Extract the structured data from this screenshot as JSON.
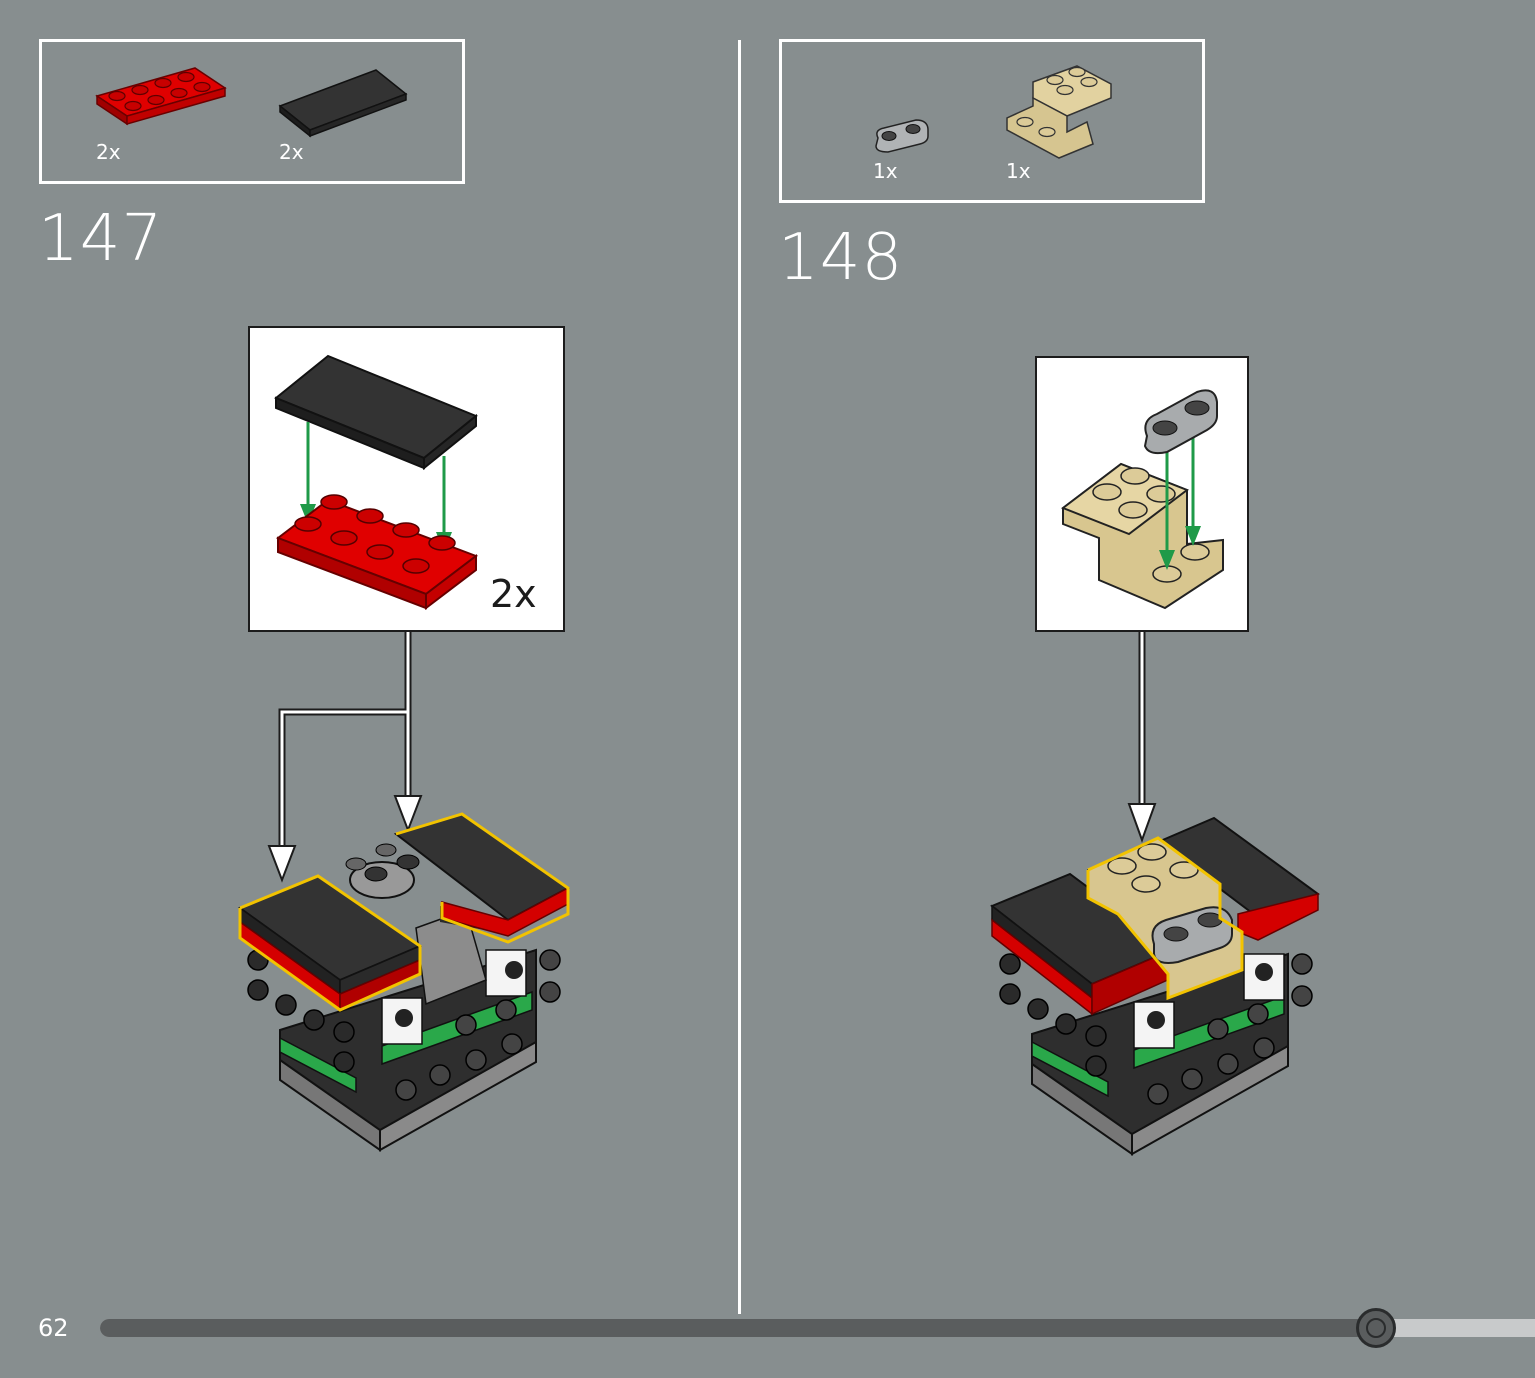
{
  "page": {
    "number": "62"
  },
  "progress": {
    "fraction": 0.889
  },
  "step147": {
    "number": "147",
    "parts": [
      {
        "name": "red-plate-2x4",
        "qty": "2x",
        "color": "#d40000"
      },
      {
        "name": "black-tile-2x4",
        "qty": "2x",
        "color": "#2b2b2b"
      }
    ],
    "callout_multiplier": "2x"
  },
  "step148": {
    "number": "148",
    "parts": [
      {
        "name": "grey-plate-1x2-rounded",
        "qty": "1x",
        "color": "#a0a3a5"
      },
      {
        "name": "tan-bracket",
        "qty": "1x",
        "color": "#dccb98"
      }
    ]
  },
  "colors": {
    "background": "#878e8f",
    "arrow_green": "#1f9a48",
    "highlight_yellow": "#f2c300"
  }
}
